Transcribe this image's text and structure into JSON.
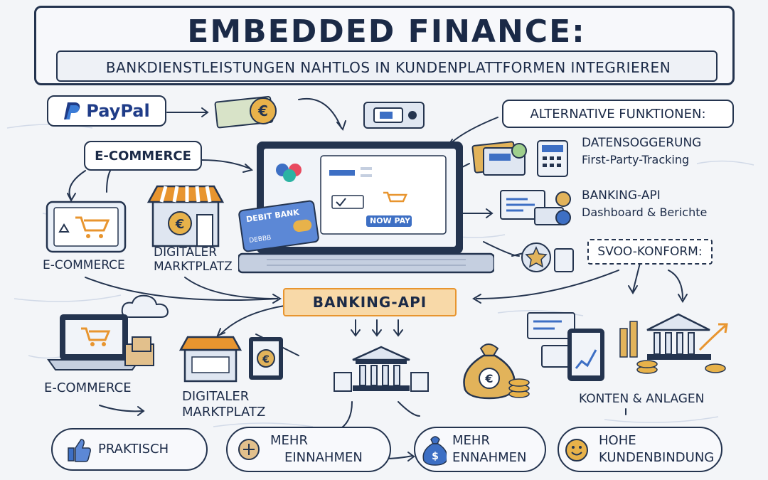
{
  "header": {
    "title": "EMBEDDED FINANCE:",
    "subtitle": "BANKDIENSTLEISTUNGEN NAHTLOS IN KUNDENPLATTFORMEN INTEGRIEREN"
  },
  "left_top": {
    "paypal_label": "PayPal",
    "ecommerce_chip": "E-COMMERCE",
    "ecommerce_label": "E-COMMERCE",
    "marketplace_label_1": "DIGITALER",
    "marketplace_label_2": "MARKTPLATZ"
  },
  "laptop": {
    "debit_card_text": "DEBIT BANK",
    "debit_card_sub": "DEBBB",
    "now_pay_button": "NOW PAY"
  },
  "center": {
    "banking_api_label": "BANKING-API"
  },
  "right": {
    "alternative_title": "ALTERNATIVE FUNKTIONEN:",
    "item1_title": "DATENSOGGERUNG",
    "item1_sub": "First-Party-Tracking",
    "item2_title": "BANKING-API",
    "item2_sub": "Dashboard & Berichte",
    "svoo_label": "SVOO-KONFORM:"
  },
  "bottom_left": {
    "ecommerce_label": "E-COMMERCE",
    "marketplace_label_1": "DIGITALER",
    "marketplace_label_2": "MARKTPLATZ"
  },
  "bottom_right": {
    "accounts_label": "KONTEN & ANLAGEN"
  },
  "benefits": {
    "b1": "PRAKTISCH",
    "b2_line1": "MEHR",
    "b2_line2": "EINNAHMEN",
    "b3_line1": "MEHR",
    "b3_line2": "ENNAHMEN",
    "b4_line1": "HOHE",
    "b4_line2": "KUNDENBINDUNG"
  },
  "colors": {
    "ink": "#1b2a47",
    "blue_accent": "#3d6fc4",
    "orange_accent": "#e8952f",
    "gold": "#e2b35a",
    "paper": "#f3f5f8"
  },
  "icons": [
    "paypal-logo",
    "money-bill-icon",
    "coin-icon",
    "laptop-icon",
    "shopping-cart-icon",
    "store-icon",
    "credit-card-icon",
    "bank-icon",
    "money-bag-icon",
    "chart-icon",
    "thumbs-up-icon",
    "smiley-icon",
    "star-badge-icon",
    "cloud-icon",
    "box-icon"
  ]
}
